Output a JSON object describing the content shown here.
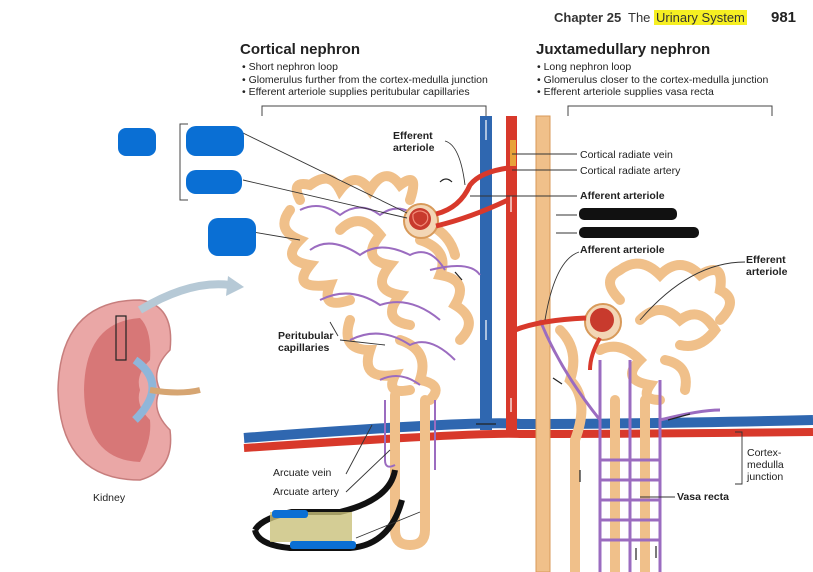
{
  "header": {
    "chapter": "Chapter 25",
    "the": "The",
    "highlighted_title": "Urinary System",
    "page_number": "981"
  },
  "cortical": {
    "title": "Cortical nephron",
    "bullets": [
      "Short nephron loop",
      "Glomerulus further from the cortex-medulla junction",
      "Efferent arteriole supplies peritubular capillaries"
    ]
  },
  "juxta": {
    "title": "Juxtamedullary nephron",
    "bullets": [
      "Long nephron loop",
      "Glomerulus closer to the cortex-medulla junction",
      "Efferent arteriole supplies vasa recta"
    ]
  },
  "labels": {
    "efferent_top_1": "Efferent",
    "efferent_top_2": "arteriole",
    "cortical_radiate_vein": "Cortical radiate vein",
    "cortical_radiate_artery": "Cortical radiate artery",
    "afferent_1": "Afferent arteriole",
    "afferent_2": "Afferent arteriole",
    "efferent_right_1": "Efferent",
    "efferent_right_2": "arteriole",
    "peritubular_1": "Peritubular",
    "peritubular_2": "capillaries",
    "cortex_1": "Cortex-",
    "cortex_2": "medulla",
    "cortex_3": "junction",
    "arcuate_vein": "Arcuate vein",
    "arcuate_artery": "Arcuate artery",
    "vasa_recta": "Vasa recta",
    "kidney": "Kidney"
  },
  "colors": {
    "tubule": "#f0c08a",
    "artery": "#d8392b",
    "vein": "#2f67b0",
    "capillary": "#9b6cc0",
    "highlight": "#f6ef22",
    "redaction_blue": "#0a6fd4",
    "redaction_black": "#111111"
  }
}
